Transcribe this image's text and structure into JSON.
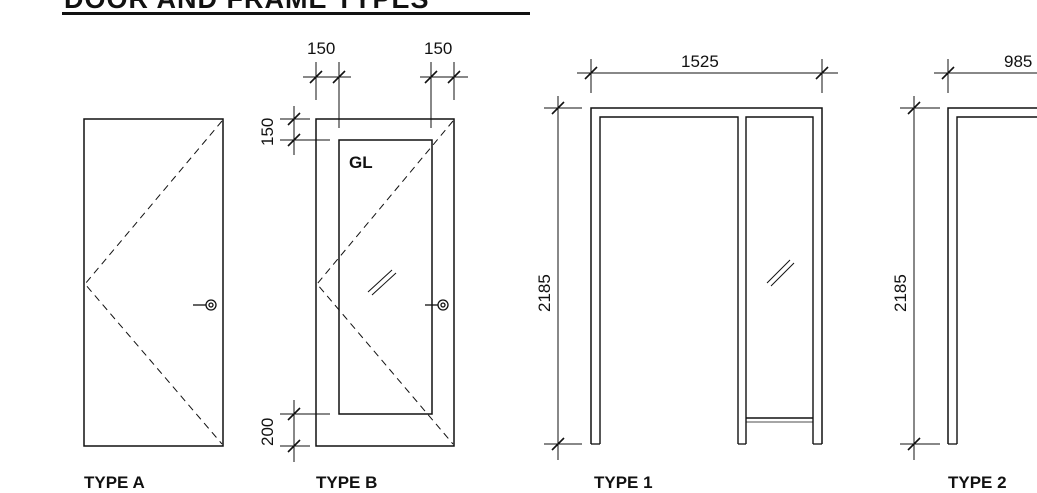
{
  "title": "DOOR AND FRAME TYPES",
  "types": {
    "a": "TYPE A",
    "b": "TYPE B",
    "t1": "TYPE 1",
    "t2": "TYPE 2"
  },
  "dimensions": {
    "b_side_left": "150",
    "b_side_right": "150",
    "b_top": "150",
    "b_bottom": "200",
    "glass_label": "GL",
    "t1_width": "1525",
    "t1_height": "2185",
    "t2_width": "985",
    "t2_height": "2185"
  }
}
